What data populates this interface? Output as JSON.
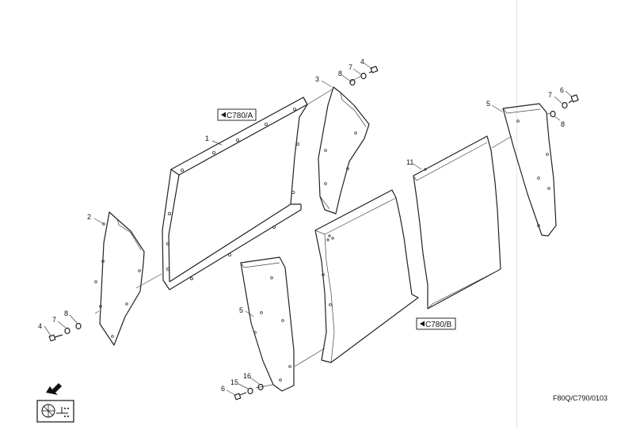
{
  "callouts": {
    "c1": "1",
    "c2": "2",
    "c3": "3",
    "c4a": "4",
    "c4b": "4",
    "c5a": "5",
    "c5b": "5",
    "c6a": "6",
    "c6b": "6",
    "c7a": "7",
    "c7b": "7",
    "c7c": "7",
    "c8a": "8",
    "c8b": "8",
    "c8c": "8",
    "c11": "11",
    "c15": "15",
    "c16": "16"
  },
  "refs": {
    "ref_a": "C780/A",
    "ref_b": "C780/B"
  },
  "drawing_code": "F80Q/C790/0103",
  "icons": [
    "direction-arrow-icon",
    "machine-symbol-icon"
  ]
}
